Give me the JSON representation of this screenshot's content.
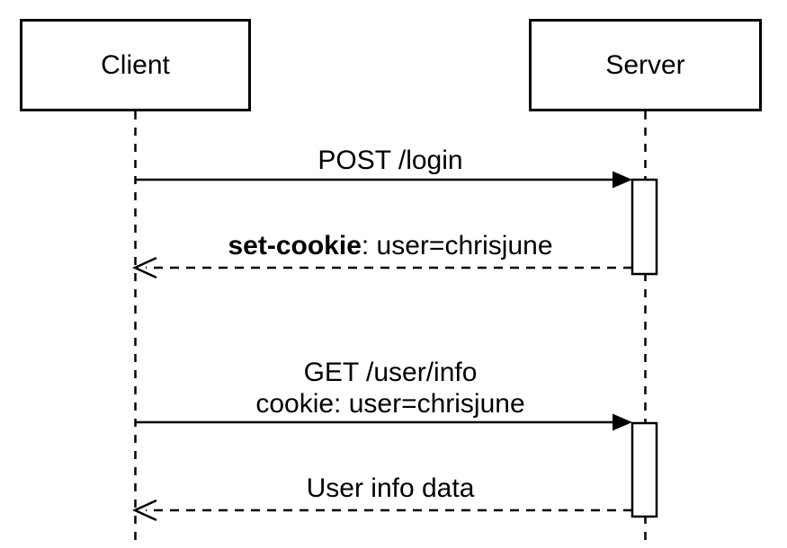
{
  "diagram": {
    "type": "sequence",
    "colors": {
      "stroke": "#000000",
      "background": "#ffffff"
    },
    "actors": [
      {
        "name": "Client"
      },
      {
        "name": "Server"
      }
    ],
    "messages": [
      {
        "from": "Client",
        "to": "Server",
        "line": "solid",
        "label": "POST /login"
      },
      {
        "from": "Server",
        "to": "Client",
        "line": "dashed",
        "label_bold": "set-cookie",
        "label_rest": ": user=chrisjune"
      },
      {
        "from": "Client",
        "to": "Server",
        "line": "solid",
        "label_line1": "GET /user/info",
        "label_line2": "cookie: user=chrisjune"
      },
      {
        "from": "Server",
        "to": "Client",
        "line": "dashed",
        "label": "User info data"
      }
    ]
  }
}
